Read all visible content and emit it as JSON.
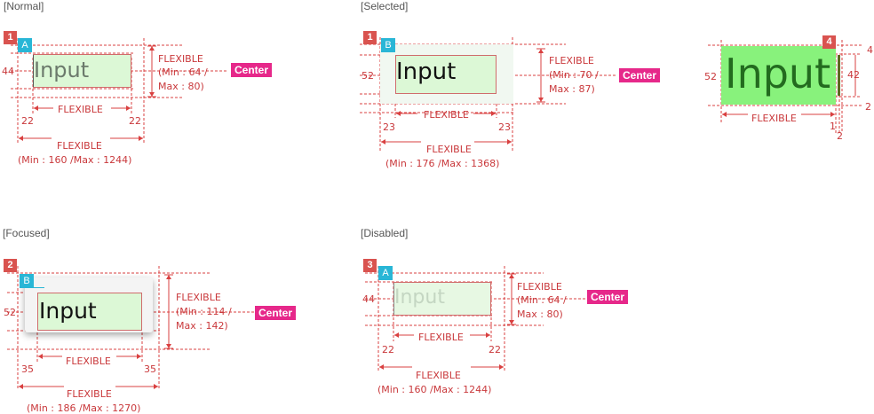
{
  "states": {
    "normal": {
      "label": "[Normal]",
      "badge": "1",
      "tag": "A",
      "height": "44",
      "padding_left": "22",
      "padding_right": "22",
      "flex_inner": "FLEXIBLE",
      "flex_v": "FLEXIBLE",
      "flex_v_min": "(Min : 64  /",
      "flex_v_max": "Max : 80)",
      "flex_w": "FLEXIBLE",
      "flex_w_range": "(Min : 160  /Max : 1244)",
      "center": "Center",
      "input": "Input"
    },
    "selected": {
      "label": "[Selected]",
      "badge": "1",
      "tag": "B",
      "height": "52",
      "padding_left": "23",
      "padding_right": "23",
      "flex_inner": "FLEXIBLE",
      "flex_v": "FLEXIBLE",
      "flex_v_min": "(Min : 70  /",
      "flex_v_max": "Max : 87)",
      "flex_w": "FLEXIBLE",
      "flex_w_range": "(Min : 176  /Max : 1368)",
      "center": "Center",
      "input": "Input"
    },
    "cursor": {
      "badge": "4",
      "height": "52",
      "inner_height": "42",
      "top": "4",
      "bottom": "2",
      "cursor_w": "1",
      "cursor_gap": "2",
      "flex": "FLEXIBLE",
      "input": "Input"
    },
    "focused": {
      "label": "[Focused]",
      "badge": "2",
      "tag": "B",
      "height": "52",
      "padding_left": "35",
      "padding_right": "35",
      "flex_inner": "FLEXIBLE",
      "flex_v": "FLEXIBLE",
      "flex_v_min": "(Min : 114  /",
      "flex_v_max": "Max : 142)",
      "flex_w": "FLEXIBLE",
      "flex_w_range": "(Min : 186  /Max : 1270)",
      "center": "Center",
      "input": "Input"
    },
    "disabled": {
      "label": "[Disabled]",
      "badge": "3",
      "tag": "A",
      "height": "44",
      "padding_left": "22",
      "padding_right": "22",
      "flex_inner": "FLEXIBLE",
      "flex_v": "FLEXIBLE",
      "flex_v_min": "(Min : 64  /",
      "flex_v_max": "Max : 80)",
      "flex_w": "FLEXIBLE",
      "flex_w_range": "(Min : 160  /Max : 1244)",
      "center": "Center",
      "input": "Input"
    }
  },
  "colors": {
    "guide": "#d94040",
    "box_fill": "#dcf8d6",
    "cursor_fill": "#88f27c",
    "badge": "#d9534f",
    "tag": "#29b6d6",
    "center": "#e6288a"
  }
}
